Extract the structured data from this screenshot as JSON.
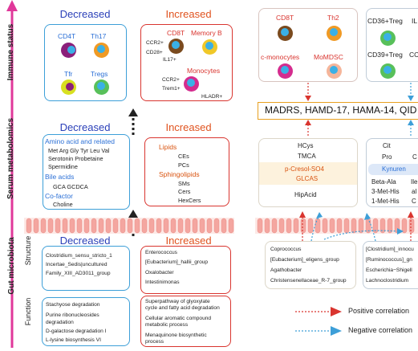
{
  "colors": {
    "decreased": "#2a3fb8",
    "increased": "#e0531f",
    "blue_border": "#3d9fd8",
    "red_border": "#d9352f",
    "magenta_axis": "#e0389a"
  },
  "rows": {
    "immune": "Immune status",
    "serum": "Serum metabolomics",
    "gut": "Gut microbiota",
    "structure": "Structure",
    "function": "Function"
  },
  "headers": {
    "decreased": "Decreased",
    "increased": "Increased"
  },
  "immune": {
    "decreased": [
      "CD4T",
      "Th17",
      "Tfr",
      "Tregs"
    ],
    "increased_top": [
      "CD8T",
      "Memory B"
    ],
    "markers1": [
      "CCR2+",
      "CD28+",
      "IL17+"
    ],
    "monocytes": "Monocytes",
    "markers2": [
      "CCR2+",
      "Trem1+",
      "HLADR+"
    ]
  },
  "serum": {
    "dec_amino_title": "Amino acid and related",
    "dec_amino_line1": "Met  Arg  Gly  Tyr  Leu  Val",
    "dec_amino_line2": "Serotonin  Probetaine",
    "dec_amino_line3": "Spermidine",
    "dec_bile_title": "Bile acids",
    "dec_bile_line": "GCA  GCDCA",
    "dec_cofactor_title": "Co-factor",
    "dec_cofactor_line": "Choline",
    "inc_lipids": "Lipids",
    "inc_lipid_items": [
      "CEs",
      "PCs"
    ],
    "inc_sphingo": "Sphingolipids",
    "inc_sphingo_items": [
      "SMs",
      "Cers",
      "HexCers"
    ]
  },
  "gut": {
    "structure_dec": [
      "Clostridium_sensu_stricto_1",
      "Incertae_Sedis|uncultured",
      "Family_XIII_AD3011_group"
    ],
    "structure_inc": [
      "Enterococcus",
      "[Eubacterium]_hallii_group",
      "Oxalobacter",
      "Intestinimonas"
    ],
    "function_dec": [
      "Stachyose degradation",
      "Purine ribonucleosides",
      "degradation",
      "D-galactose degradation I",
      "L-lysine biosynthesis VI"
    ],
    "function_inc": [
      "Superpathway of glyoxylate",
      "cycle and fatty acid degradation",
      "Cellular aromatic compound",
      "metabolic process",
      "Menaquinone biosynthetic",
      "process"
    ]
  },
  "right": {
    "cells_red": [
      "CD8T",
      "Th2",
      "c-monocytes",
      "MoMDSC"
    ],
    "cells_blue": [
      "CD36+Treg",
      "IL",
      "CD39+Treg",
      "CC"
    ],
    "scales": "MADRS, HAMD-17, HAMA-14, QID",
    "metab_red": [
      "HCys",
      "TMCA",
      "p-Cresol-SO4",
      "GLCAS",
      "HipAcid"
    ],
    "metab_blue_top": [
      "Cit",
      "C",
      "Pro",
      "C"
    ],
    "kynurenine": "Kynuren",
    "metab_blue_bottom": [
      [
        "Beta-Ala",
        "Ile"
      ],
      [
        "3-Met-His",
        "al"
      ],
      [
        "1-Met-His",
        "C"
      ]
    ],
    "bact_red": [
      "Coprococcus",
      "[Eubacterium]_eligens_group",
      "Agathobacter",
      "Christensenellaceae_R-7_group"
    ],
    "bact_blue": [
      "[Clostridium]_innocu",
      "[Ruminococcus]_gn",
      "Escherichia−Shigell",
      "Lachnoclostridium"
    ],
    "legend_pos": "Positive correlation",
    "legend_neg": "Negative correlation"
  }
}
